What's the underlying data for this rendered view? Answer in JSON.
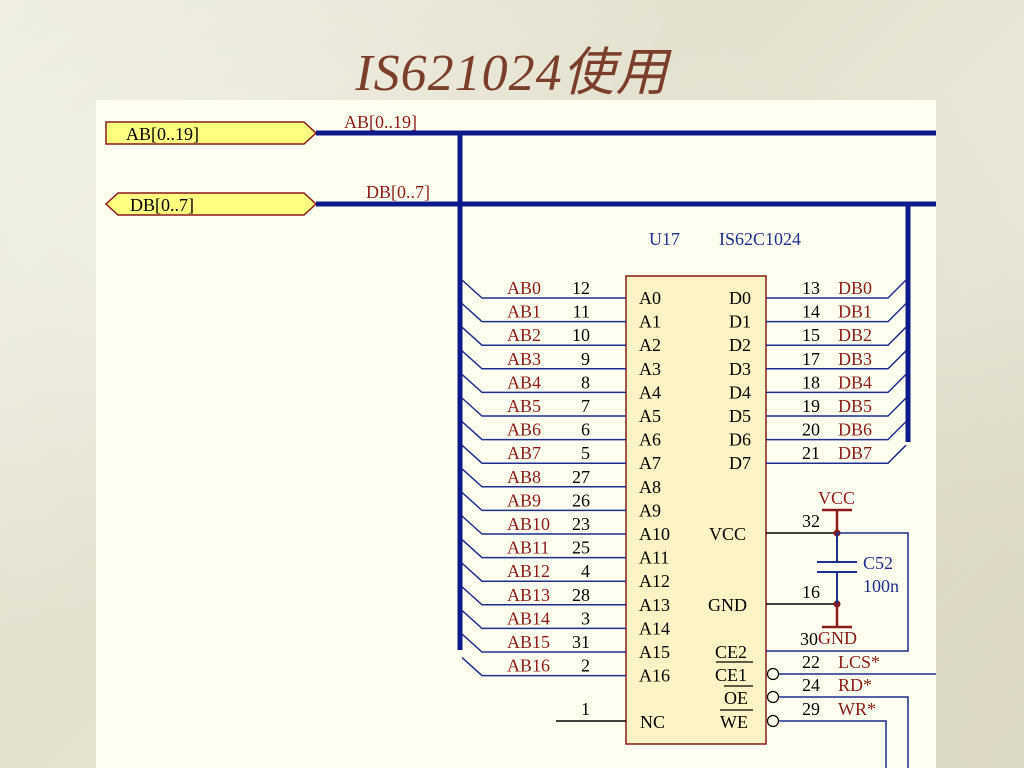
{
  "title": "IS621024使用",
  "ports": {
    "ab_port": "AB[0..19]",
    "db_port": "DB[0..7]"
  },
  "bus_labels": {
    "ab_bus": "AB[0..19]",
    "db_bus": "DB[0..7]"
  },
  "chip": {
    "designator": "U17",
    "part": "IS62C1024",
    "address_pins": [
      {
        "net": "AB0",
        "pin": "12",
        "name": "A0"
      },
      {
        "net": "AB1",
        "pin": "11",
        "name": "A1"
      },
      {
        "net": "AB2",
        "pin": "10",
        "name": "A2"
      },
      {
        "net": "AB3",
        "pin": "9",
        "name": "A3"
      },
      {
        "net": "AB4",
        "pin": "8",
        "name": "A4"
      },
      {
        "net": "AB5",
        "pin": "7",
        "name": "A5"
      },
      {
        "net": "AB6",
        "pin": "6",
        "name": "A6"
      },
      {
        "net": "AB7",
        "pin": "5",
        "name": "A7"
      },
      {
        "net": "AB8",
        "pin": "27",
        "name": "A8"
      },
      {
        "net": "AB9",
        "pin": "26",
        "name": "A9"
      },
      {
        "net": "AB10",
        "pin": "23",
        "name": "A10"
      },
      {
        "net": "AB11",
        "pin": "25",
        "name": "A11"
      },
      {
        "net": "AB12",
        "pin": "4",
        "name": "A12"
      },
      {
        "net": "AB13",
        "pin": "28",
        "name": "A13"
      },
      {
        "net": "AB14",
        "pin": "3",
        "name": "A14"
      },
      {
        "net": "AB15",
        "pin": "31",
        "name": "A15"
      },
      {
        "net": "AB16",
        "pin": "2",
        "name": "A16"
      }
    ],
    "data_pins": [
      {
        "net": "DB0",
        "pin": "13",
        "name": "D0"
      },
      {
        "net": "DB1",
        "pin": "14",
        "name": "D1"
      },
      {
        "net": "DB2",
        "pin": "15",
        "name": "D2"
      },
      {
        "net": "DB3",
        "pin": "17",
        "name": "D3"
      },
      {
        "net": "DB4",
        "pin": "18",
        "name": "D4"
      },
      {
        "net": "DB5",
        "pin": "19",
        "name": "D5"
      },
      {
        "net": "DB6",
        "pin": "20",
        "name": "D6"
      },
      {
        "net": "DB7",
        "pin": "21",
        "name": "D7"
      }
    ],
    "vcc_pin": {
      "name": "VCC",
      "pin": "32"
    },
    "gnd_pin": {
      "name": "GND",
      "pin": "16"
    },
    "ce2_pin": {
      "name": "CE2",
      "pin": "30"
    },
    "ce1_pin": {
      "name": "CE1",
      "pin": "22",
      "net": "LCS*"
    },
    "oe_pin": {
      "name": "OE",
      "pin": "24",
      "net": "RD*"
    },
    "we_pin": {
      "name": "WE",
      "pin": "29",
      "net": "WR*"
    },
    "nc_pin": {
      "name": "NC",
      "pin": "1"
    }
  },
  "power": {
    "vcc_label": "VCC",
    "gnd_label": "GND"
  },
  "capacitor": {
    "designator": "C52",
    "value": "100n"
  },
  "colors": {
    "bus": "#0d1a8c",
    "wire": "#1f2f8f",
    "net_label": "#8b1a1a",
    "chip_fill": "#fdf3c4",
    "chip_border": "#8b1a1a",
    "port_fill": "#ffff80",
    "title": "#7a3e2a"
  }
}
